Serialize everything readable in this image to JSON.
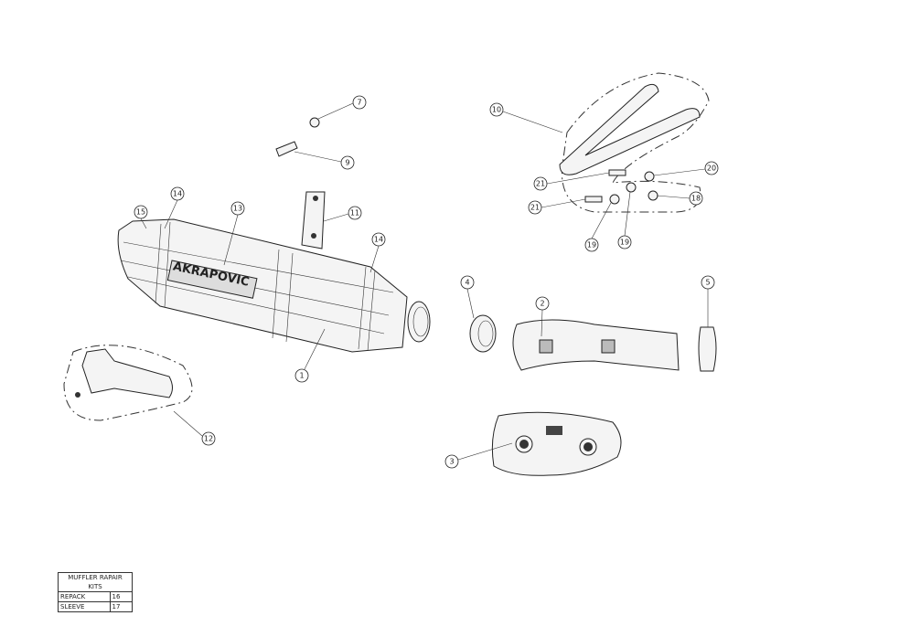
{
  "callouts": [
    "7",
    "9",
    "10",
    "20",
    "21",
    "21",
    "18",
    "19",
    "19",
    "11",
    "13",
    "14",
    "15",
    "14",
    "1",
    "12",
    "4",
    "2",
    "5",
    "3"
  ],
  "logo_text": "AKRAPOVIC",
  "repair_kits": {
    "title": "MUFFLER RAPAIR KITS",
    "rows": [
      {
        "name": "REPACK",
        "part": "16"
      },
      {
        "name": "SLEEVE",
        "part": "17"
      }
    ]
  }
}
